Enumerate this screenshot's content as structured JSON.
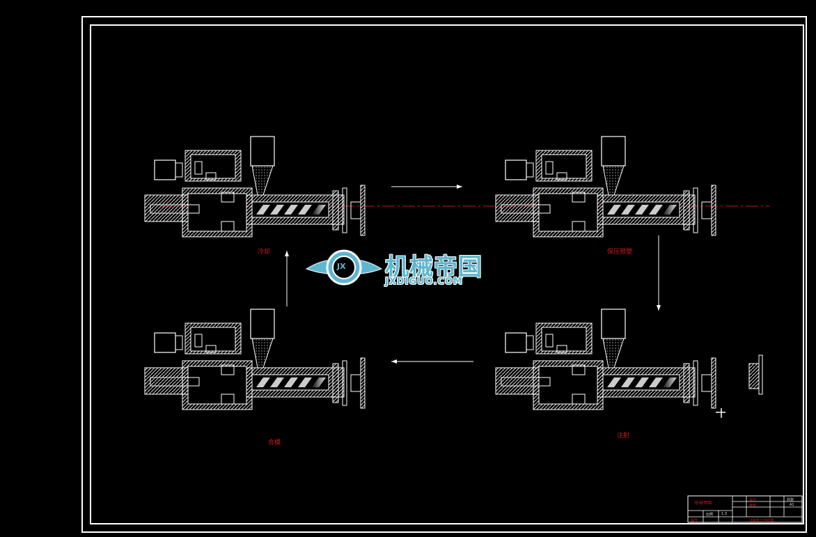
{
  "stage_labels": {
    "top_left": "冷却",
    "top_right": "保压预塑",
    "bottom_left": "合模",
    "bottom_right": "注射"
  },
  "watermark": {
    "cn": "机械帝国",
    "en": "JXDIGUO.COM",
    "badge": "JX"
  },
  "title_block": {
    "company": "机械帝国",
    "drawing_title": "注射机工作原理",
    "scale_label": "比例",
    "scale_value": "1:3",
    "designer_label": "设计",
    "checker_label": "审核",
    "sheet_label": "共张",
    "sheet_value": "A1",
    "code_label": "图号"
  },
  "colors": {
    "background": "#000000",
    "line": "#ffffff",
    "centerline": "#b41e1e",
    "label": "#c81e1e",
    "watermark": "#5fb7cf"
  }
}
